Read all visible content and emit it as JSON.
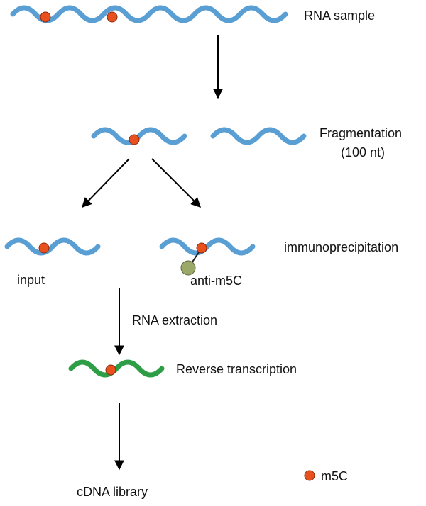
{
  "labels": {
    "rna_sample": "RNA sample",
    "fragmentation_line1": "Fragmentation",
    "fragmentation_line2": "(100 nt)",
    "immunoprecipitation": "immunoprecipitation",
    "input": "input",
    "anti_m5c": "anti-m5C",
    "rna_extraction": "RNA extraction",
    "reverse_transcription": "Reverse transcription",
    "cdna_library": "cDNA library",
    "legend_m5c": "m5C"
  },
  "colors": {
    "rna_strand": "#5a9fd4",
    "cdna_strand": "#2e9e46",
    "m5c_mark": "#e8501e",
    "antibody": "#9aa86a"
  }
}
